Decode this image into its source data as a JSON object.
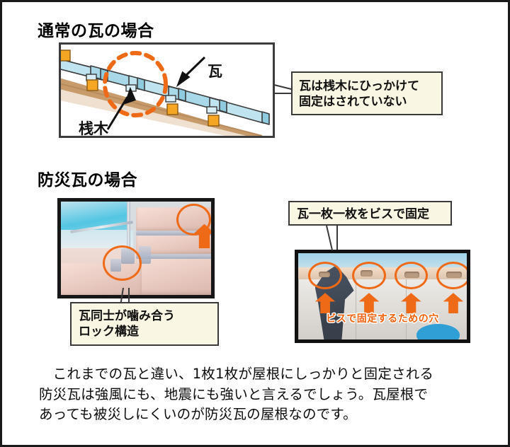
{
  "page": {
    "border_color": "#1a1a1a",
    "background": "#ffffff",
    "accent_orange": "#ef6a17",
    "callout_bg": "#faf6e4"
  },
  "sections": {
    "normal": {
      "heading": "通常の瓦の場合",
      "diagram": {
        "labels": {
          "tile": "瓦",
          "batten": "桟木"
        },
        "callout": "瓦は桟木にひっかけて\n固定はされていない"
      }
    },
    "bosai": {
      "heading": "防災瓦の場合",
      "photo_lock": {
        "callout": "瓦同士が噛み合う\nロック構造"
      },
      "photo_screw": {
        "callout": "瓦一枚一枚をビスで固定",
        "overlay_caption": "ビスで固定するための穴"
      }
    }
  },
  "body": {
    "line1": "　これまでの瓦と違い、1枚1枚が屋根にしっかりと固定される",
    "line2": "防災瓦は強風にも、地震にも強いと言えるでしょう。瓦屋根で",
    "line3": "あっても被災しにくいのが防災瓦の屋根なのです。"
  }
}
